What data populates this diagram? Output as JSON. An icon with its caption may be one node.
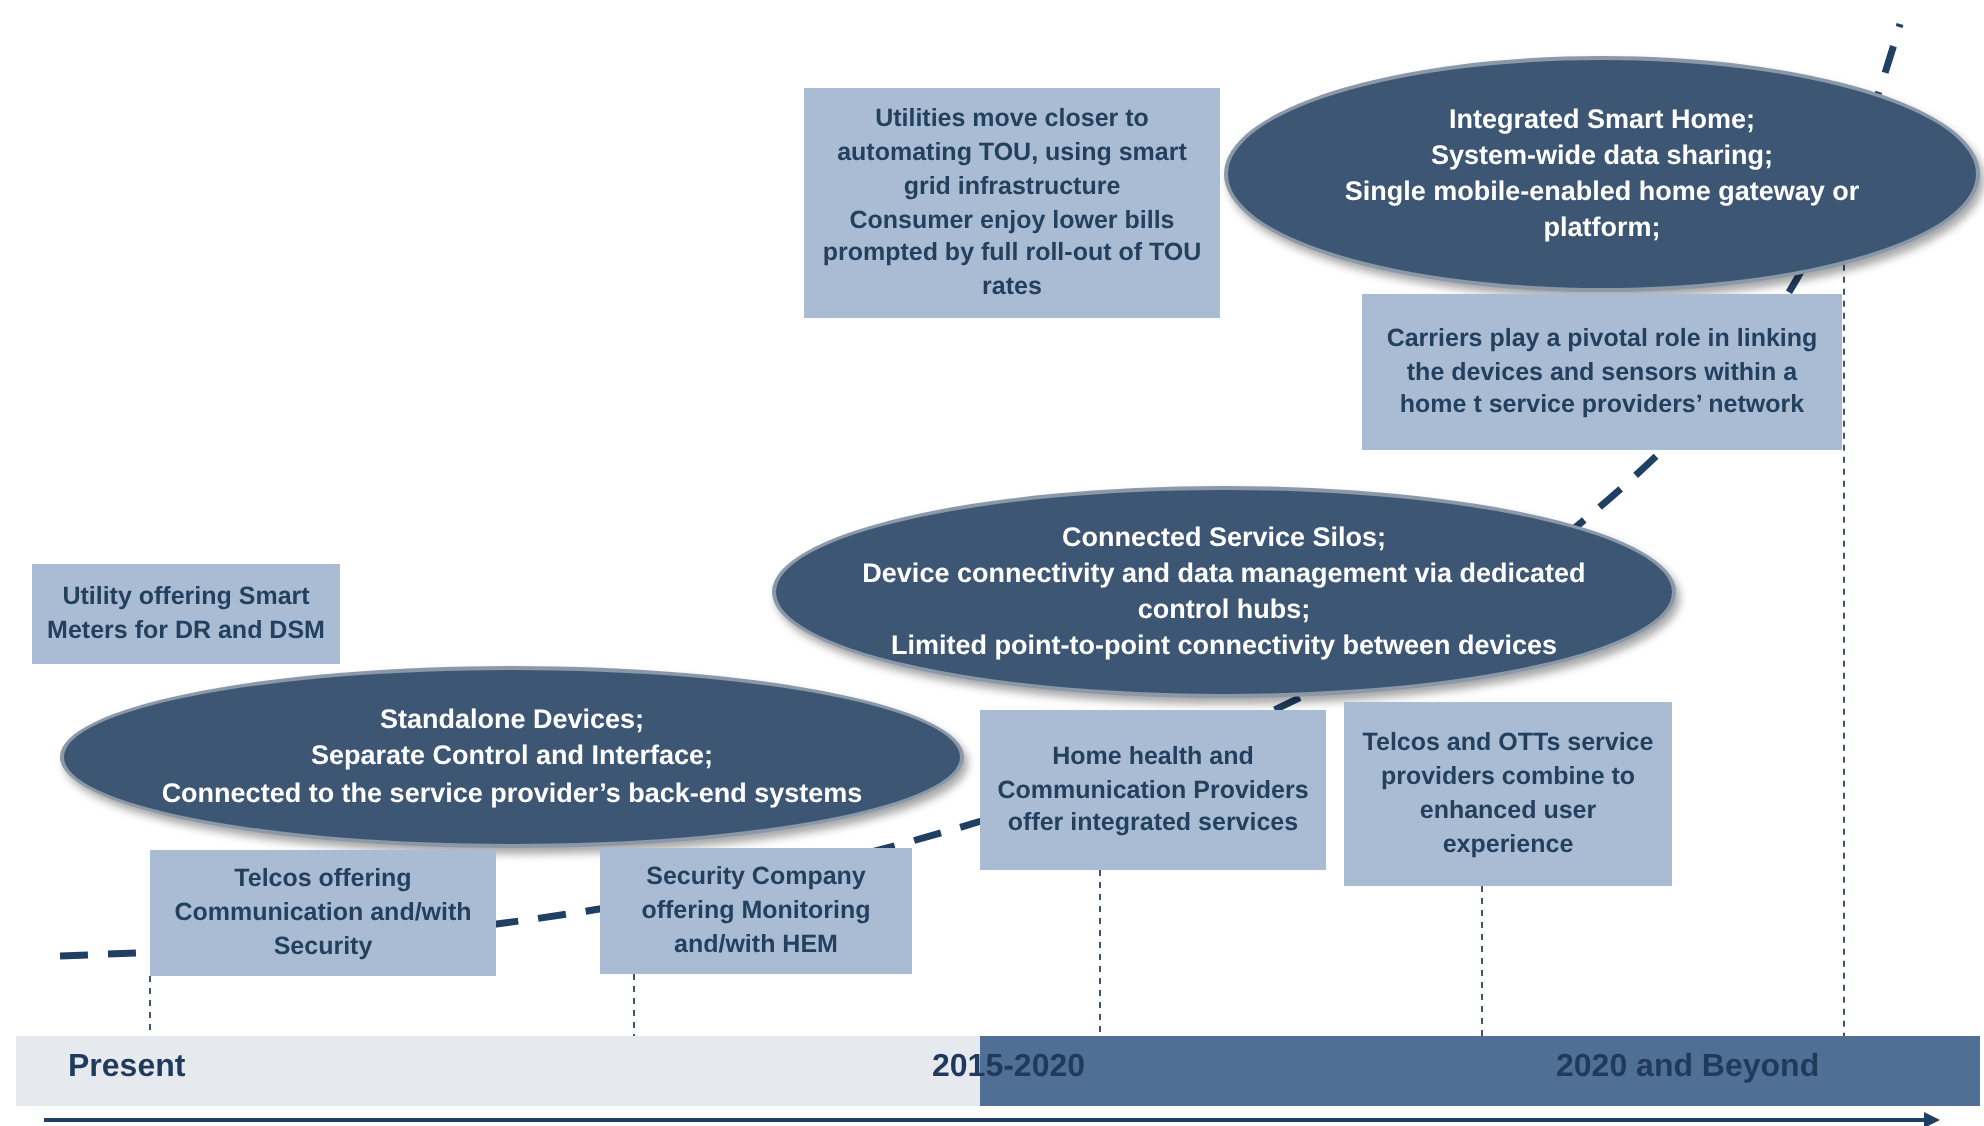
{
  "diagram": {
    "nodes": [
      {
        "text": [
          "Utilities move closer to automating TOU, using smart grid infrastructure",
          "Consumer enjoy lower bills prompted by full roll-out of TOU rates"
        ]
      },
      {
        "text": [
          "Integrated Smart Home;",
          "System-wide data sharing;",
          "Single mobile-enabled  home gateway or platform;"
        ]
      },
      {
        "text": [
          "Carriers play a pivotal role in linking the devices and sensors within a home  t service providers’ network"
        ]
      },
      {
        "text": [
          "Connected Service Silos;",
          "Device connectivity and data management via dedicated control hubs;",
          "Limited point-to-point connectivity between devices"
        ]
      },
      {
        "text": [
          "Utility offering Smart Meters for DR and DSM"
        ]
      },
      {
        "text": [
          "Standalone Devices;",
          "Separate Control and Interface;",
          "Connected to the service provider’s back-end systems"
        ]
      },
      {
        "text": [
          "Home health and Communication Providers offer integrated services"
        ]
      },
      {
        "text": [
          "Telcos and OTTs service providers combine to enhanced user experience"
        ]
      },
      {
        "text": [
          "Telcos offering Communication and/with Security"
        ]
      },
      {
        "text": [
          "Security Company offering Monitoring and/with HEM"
        ]
      },
      {
        "text": [
          "Present",
          "2015-2020",
          "2020 and Beyond"
        ]
      }
    ],
    "edges": [
      {
        "from": 8,
        "to": 10,
        "arrow": "none",
        "style": "dashed"
      },
      {
        "from": 9,
        "to": 10,
        "arrow": "none",
        "style": "dashed"
      },
      {
        "from": 6,
        "to": 10,
        "arrow": "none",
        "style": "dashed"
      },
      {
        "from": 7,
        "to": 10,
        "arrow": "none",
        "style": "dashed"
      },
      {
        "from": 1,
        "to": 10,
        "arrow": "none",
        "style": "dashed"
      }
    ]
  }
}
